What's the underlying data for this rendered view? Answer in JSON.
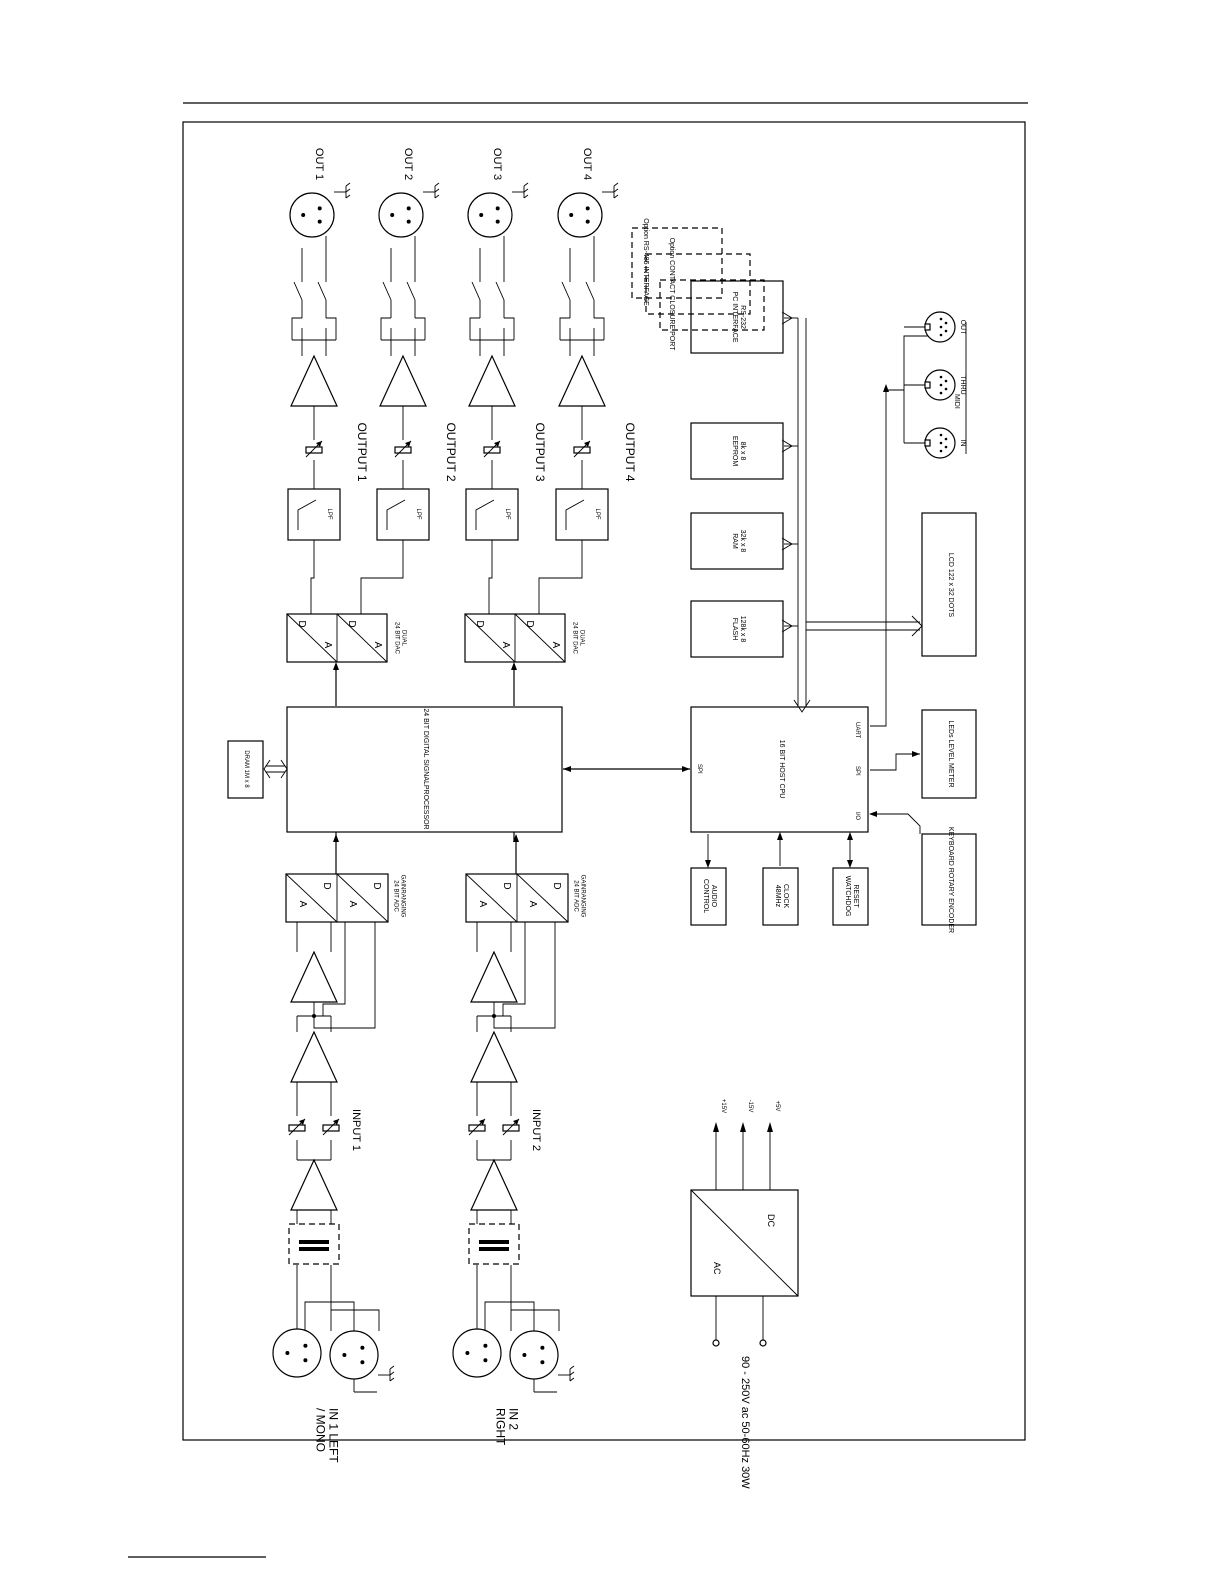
{
  "inputs": [
    {
      "label": "IN 1 LEFT\n/ MONO",
      "gain": "INPUT 1",
      "adc": "GAINRANGING\n24 BIT ADC",
      "adc_a": "A",
      "adc_d": "D"
    },
    {
      "label": "IN 2\nRIGHT",
      "gain": "INPUT 2",
      "adc": "GAINRANGING\n24 BIT ADC",
      "adc_a": "A",
      "adc_d": "D"
    }
  ],
  "dsp": "24 BIT\nDIGITAL\nSIGNALPROCESSOR",
  "dram": "DRAM\n1M x 8",
  "dac": {
    "label": "DUAL\n24 BIT DAC",
    "d": "D",
    "a": "A"
  },
  "lpf": "LPF",
  "outputs": [
    {
      "jack": "OUT 1",
      "level": "OUTPUT 1"
    },
    {
      "jack": "OUT 2",
      "level": "OUTPUT 2"
    },
    {
      "jack": "OUT 3",
      "level": "OUTPUT 3"
    },
    {
      "jack": "OUT 4",
      "level": "OUTPUT 4"
    }
  ],
  "cpu": {
    "label": "16 BIT\nHOST\nCPU",
    "spi_left": "SPI",
    "uart": "UART",
    "spi_right": "SPI",
    "io": "I/O"
  },
  "memory": [
    "128k x 8\nFLASH",
    "32k x 8\nRAM",
    "8k x 8\nEEPROM",
    "RS-232\nPC INTERFACE"
  ],
  "options": [
    "Option\nRS-485\nINTERFACE",
    "Option\nCONTACT\nCLOSURE PORT"
  ],
  "support": [
    "AUDIO\nCONTROL",
    "CLOCK\n48MHz",
    "RESET\nWATCHDOG"
  ],
  "lcd": "LCD\n122 x 32 DOTS",
  "led": "LEDs\nLEVEL METER",
  "keyboard": "KEYBOARD\nROTARY ENCODER",
  "midi": {
    "title": "MIDI",
    "ports": [
      "IN",
      "THRU",
      "OUT"
    ]
  },
  "psu": {
    "ac": "AC",
    "dc": "DC",
    "rails": [
      "+15V",
      "-15V",
      "+5V"
    ],
    "mains": "90 - 250V ac\n50-60Hz 30W"
  }
}
